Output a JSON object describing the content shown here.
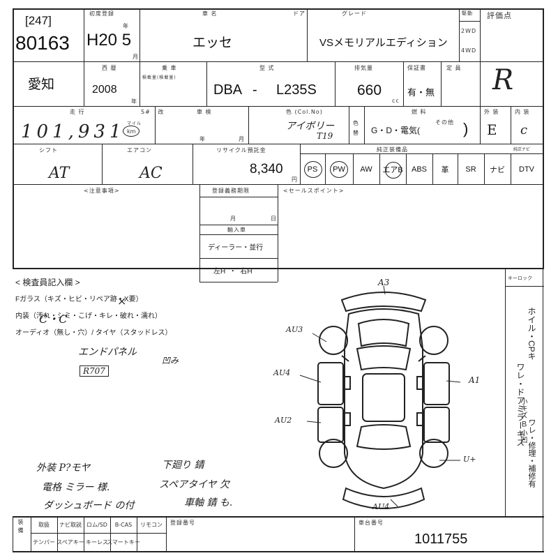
{
  "lot": {
    "bracket": "[247]",
    "number": "80163"
  },
  "first_reg": {
    "label": "初度登録",
    "value": "H20 5",
    "unit_year": "年",
    "unit_month": "月"
  },
  "car_name": {
    "label": "車 名",
    "value": "エッセ"
  },
  "door": {
    "label": "ドア"
  },
  "grade": {
    "label": "グレード",
    "value": "VSメモリアルエディション"
  },
  "drive": {
    "label": "駆動",
    "opt1": "2WD",
    "opt2": "4WD"
  },
  "score": {
    "label": "評価点",
    "value": "R"
  },
  "region": {
    "value": "愛知"
  },
  "western_year": {
    "label": "西 暦",
    "value": "2008",
    "unit": "年"
  },
  "passenger": {
    "label": "乗 車",
    "sub": "積載量(積載量)"
  },
  "model": {
    "label": "型 式",
    "prefix": "DBA",
    "dash": "-",
    "code": "L235S"
  },
  "displacement": {
    "label": "排気量",
    "value": "660",
    "unit": "cc"
  },
  "warranty": {
    "label": "保証書",
    "value": "有・無"
  },
  "capacity": {
    "label": "定 員"
  },
  "mileage": {
    "label": "走 行",
    "value": "101,931",
    "unit_mile": "マイル",
    "unit_km": "km"
  },
  "sn": {
    "label": "S#   改"
  },
  "shaken": {
    "label": "車 検",
    "unit_year": "年",
    "unit_month": "月"
  },
  "color": {
    "label": "色 (Col.No)",
    "value": "アイボリー",
    "code": "T19",
    "repaint_label": "色\n替"
  },
  "fuel": {
    "label": "燃 料",
    "value": "G・D・電気(",
    "other": "その他",
    "close": ")"
  },
  "exterior": {
    "label": "外 装",
    "value": "E"
  },
  "interior": {
    "label": "内 装",
    "value": "c"
  },
  "shift": {
    "label": "シフト",
    "value": "AT"
  },
  "aircon": {
    "label": "エアコン",
    "value": "AC"
  },
  "recycle": {
    "label": "リサイクル預託金",
    "value": "8,340",
    "unit": "円"
  },
  "equipment": {
    "label": "純正装備品",
    "navi_label": "純正ナビ",
    "items": [
      "PS",
      "PW",
      "AW",
      "エアB",
      "ABS",
      "革",
      "SR",
      "ナビ",
      "DTV"
    ]
  },
  "notes": {
    "label": "<注意事項>"
  },
  "inspection_records": {
    "label": "登録義務期限",
    "month": "月",
    "day": "日",
    "import_label": "輸入車",
    "dealer": "ディーラー・並行",
    "handle": "左H  ・  右H"
  },
  "sales_point": {
    "label": "<セールスポイント>"
  },
  "inspector": {
    "label": "< 検査員記入欄 >",
    "line1": "Fガラス（キズ・ヒビ・リペア跡・X要）",
    "line2": "内装（汚れ・シミ・こげ・キレ・破れ・濡れ）",
    "line3": "オーディオ（無し・穴）/ タイヤ（スタッドレス）",
    "hw_line1": "C・C",
    "hw_mark": "×",
    "hw_panel": "エンドパネル",
    "hw_panel_tail": "凹み",
    "hw_r": "R707"
  },
  "keyless": {
    "label": "キーロック"
  },
  "side_notes": {
    "col1": "ホイル・CPキ",
    "col2": "ワレ・ドアミラーキズ",
    "col3": "小キズ Ｂ 小凹",
    "col4": "ワレ・修理・補修有"
  },
  "diagram": {
    "marks": {
      "top": "A3",
      "au3": "AU3",
      "au4_left": "AU4",
      "au2": "AU2",
      "a1": "A1",
      "u_right": "U+",
      "au4_bottom": "AU4"
    }
  },
  "bottom_notes": {
    "line1": "外装 P?モヤ",
    "line2": "電格 ミラー 様.",
    "line3": "ダッシュボード の付",
    "right1": "下廻り 錆",
    "right2": "スペアタイヤ 欠",
    "right3": "車軸 錆 も."
  },
  "bottom_table": {
    "row_label": "装備",
    "row1": [
      "取扱",
      "ナビ取説",
      "ロム/SD",
      "B-CAS",
      "リモコン"
    ],
    "row2": [
      "テンパー",
      "スペアキー",
      "キーレス",
      "スマートキー"
    ],
    "reg_no_label": "登録番号",
    "chassis_label": "車台番号",
    "chassis_value": "1011755"
  }
}
